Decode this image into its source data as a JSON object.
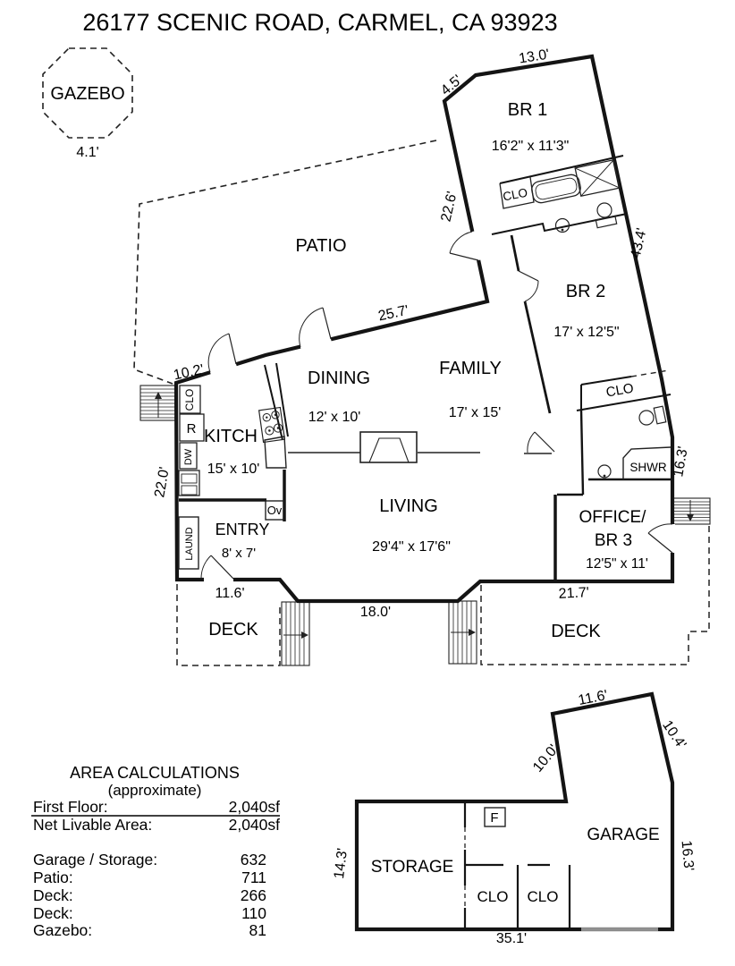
{
  "title": "26177 SCENIC ROAD, CARMEL, CA 93923",
  "gazebo": {
    "label": "GAZEBO",
    "dim": "4.1'"
  },
  "patio": {
    "label": "PATIO"
  },
  "rooms": {
    "br1": {
      "name": "BR 1",
      "dims": "16'2\" x 11'3\""
    },
    "br2": {
      "name": "BR 2",
      "dims": "17' x 12'5\""
    },
    "dining": {
      "name": "DINING",
      "dims": "12' x 10'"
    },
    "family": {
      "name": "FAMILY",
      "dims": "17' x 15'"
    },
    "kitchen": {
      "name": "KITCH",
      "dims": "15' x 10'"
    },
    "living": {
      "name": "LIVING",
      "dims": "29'4\" x 17'6\""
    },
    "entry": {
      "name": "ENTRY",
      "dims": "8' x 7'"
    },
    "office": {
      "line1": "OFFICE/",
      "line2": "BR 3",
      "dims": "12'5\" x 11'"
    },
    "deck_left": {
      "name": "DECK"
    },
    "deck_right": {
      "name": "DECK"
    },
    "storage": {
      "name": "STORAGE"
    },
    "garage": {
      "name": "GARAGE"
    }
  },
  "fixtures": {
    "clo_bath": "CLO",
    "clo_br2": "CLO",
    "clo_kitchen": "CLO",
    "refrigerator": "R",
    "dishwasher": "DW",
    "oven": "Ov",
    "laundry": "LAUND",
    "shower": "SHWR",
    "furnace": "F",
    "clo_garage_left": "CLO",
    "clo_garage_right": "CLO"
  },
  "dims": {
    "br1_top": "13.0'",
    "br1_corner": "4.5'",
    "hall_west": "22.6'",
    "east_wing": "43.4'",
    "patio_wall": "25.7'",
    "kitchen_wall": "10.2'",
    "west_wall": "22.0'",
    "office_east": "16.3'",
    "deck_left": "11.6'",
    "bay_front": "18.0'",
    "deck_right": "21.7'"
  },
  "garage_dims": {
    "top": "11.6'",
    "upper_right": "10.4'",
    "upper_left": "10.0'",
    "right": "16.3'",
    "left": "14.3'",
    "bottom": "35.1'"
  },
  "area_calculations": {
    "title": "AREA CALCULATIONS",
    "subtitle": "(approximate)",
    "primary_rows": [
      {
        "label": "First Floor:",
        "value": "2,040sf"
      },
      {
        "label": "Net Livable Area:",
        "value": "2,040sf"
      }
    ],
    "secondary_rows": [
      {
        "label": "Garage / Storage:",
        "value": "632"
      },
      {
        "label": "Patio:",
        "value": "711"
      },
      {
        "label": "Deck:",
        "value": "266"
      },
      {
        "label": "Deck:",
        "value": "110"
      },
      {
        "label": "Gazebo:",
        "value": "81"
      }
    ]
  }
}
